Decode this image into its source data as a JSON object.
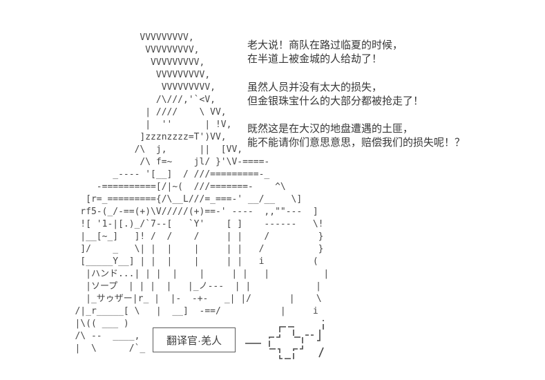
{
  "scene": {
    "kind": "ascii-art-dialogue-panel",
    "background_color": "#ffffff",
    "ink_color": "#474747",
    "text_color": "#363636"
  },
  "dialogue": {
    "block1": {
      "line1": "老大说！商队在路过临夏的时候，",
      "line2": "在半道上被金城的人给劫了！"
    },
    "block2": {
      "line1": "虽然人员并没有太大的损失，",
      "line2": "但金银珠宝什么的大部分都被抢走了！"
    },
    "block3": {
      "line1": "既然这是在大汉的地盘遭遇的土匪，",
      "line2": "能不能请你们意思意思，赔偿我们的损失呢！？"
    }
  },
  "character": {
    "name_label": "翻译官·羌人",
    "body_text_labels": [
      "ハンド",
      "ソープ",
      "サゥザー"
    ],
    "emblem": "cross-outline",
    "ascii_art_lines": [
      "               VVVVVVVVV,",
      "                VVVVVVVVV,",
      "                 VVVVVVVVV,",
      "                  VVVVVVVVV,",
      "                   VVVVVVVVV,",
      "                  /\\///,'`<V,",
      "                | ////    \\ VV,",
      "                |  ''      | !V,",
      "               ]zzznzzzz=T')VV,",
      "              /\\  j,      ||  [VV,",
      "               /\\ f=~    jl/ }'\\V-====-",
      "          _---- '[__]  / ///=========-_",
      "       -==========[/|~(  ///=======-    ^\\",
      "     [r=_========={/\\__L///=_===-' __/__   \\]",
      "    rf5-(_/-==(+)\\V/////(+)==-' ----  ,,\"\"---  ]",
      "    ![ '1-|[.)_/`7--[   `Y'    [ ]    ------   \\!",
      "    |__[~_]   ]! /  /    /     | |    /         }",
      "    ]/    _   \\| |  |    |     | |   /          }",
      "    [_____Y__] | |  |    |     | |   i         (",
      "     |ハンド...| | |  |    |     | |   |          |",
      "     |ソープ  | | |  |   |_ノ---  | |            |",
      "     |_サゥザー|r_ |  |-  -+-   _| |/       |    \\",
      "   /|_r_____[ \\   |  __]  -==/           |     i",
      "   |\\(( ___ )",
      "   /\\ --  ____,",
      "   |  \\      /`_"
    ]
  }
}
